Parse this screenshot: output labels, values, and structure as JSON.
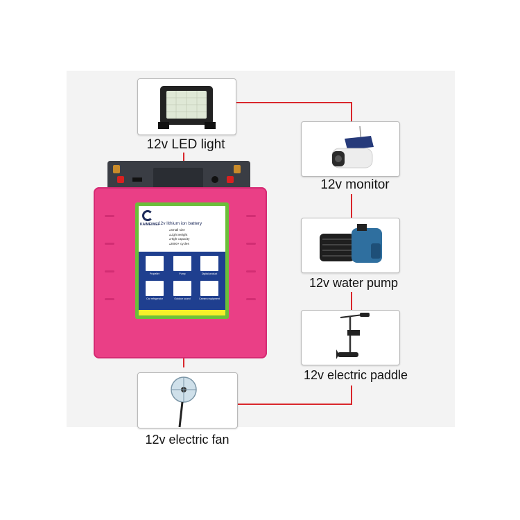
{
  "devices": {
    "led_light": {
      "caption": "12v LED light",
      "icon": "floodlight-icon"
    },
    "monitor": {
      "caption": "12v monitor",
      "icon": "security-camera-icon"
    },
    "water_pump": {
      "caption": "12v water pump",
      "icon": "water-pump-icon"
    },
    "electric_paddle": {
      "caption": "12v electric paddle",
      "icon": "trolling-motor-icon"
    },
    "electric_fan": {
      "caption": "12v electric fan",
      "icon": "standing-fan-icon"
    }
  },
  "battery": {
    "label_title": "12v lithium ion battery",
    "brand": "KAIMEIWEI",
    "features": [
      "Small size",
      "Light weight",
      "High capacity",
      "2000+ cycles"
    ],
    "applications": [
      "Propeller",
      "Pump",
      "Digital product",
      "Car refrigerator",
      "Outdoor sound",
      "Camera equipment"
    ],
    "colors": {
      "body": "#ea3f86",
      "label_border": "#6bbf3a",
      "app_panel": "#1f3f8f"
    }
  },
  "colors": {
    "wire": "#d9262b"
  }
}
